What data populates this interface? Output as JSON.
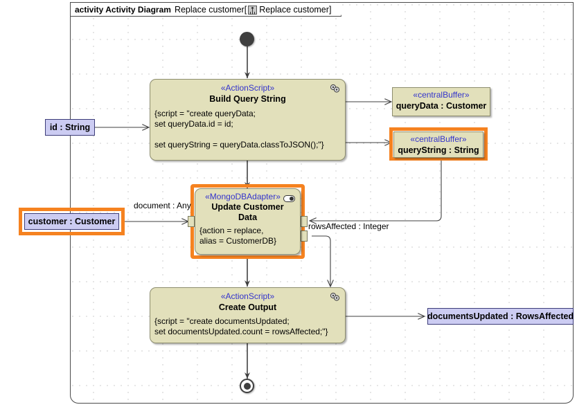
{
  "frame": {
    "keyword": "activity Activity Diagram",
    "name": "Replace customer",
    "bracket_open": "[",
    "icon": "activity-diagram-icon",
    "inner_name": "Replace customer",
    "bracket_close": "]"
  },
  "nodes": {
    "initial": {
      "name": "initial-node"
    },
    "final": {
      "name": "activity-final-node"
    },
    "build_query": {
      "stereotype": "«ActionScript»",
      "title": "Build Query String",
      "body": "{script = \"create queryData;\nset queryData.id = id;\n\nset queryString = queryData.classToJSON();\"}",
      "icon": "script-icon"
    },
    "update_customer": {
      "stereotype": "«MongoDBAdapter»",
      "title_line1": "Update Customer",
      "title_line2": "Data",
      "body": "{action = replace,\nalias = CustomerDB}",
      "icon": "adapter-toggle-icon"
    },
    "create_output": {
      "stereotype": "«ActionScript»",
      "title": "Create Output",
      "body": "{script = \"create documentsUpdated;\nset documentsUpdated.count = rowsAffected;\"}",
      "icon": "script-icon"
    }
  },
  "buffers": [
    {
      "id": "query-data-buffer",
      "stereotype": "«centralBuffer»",
      "label": "queryData : Customer",
      "highlighted": false
    },
    {
      "id": "query-string-buffer",
      "stereotype": "«centralBuffer»",
      "label": "queryString : String",
      "highlighted": true
    }
  ],
  "parameters": [
    {
      "id": "id-param",
      "label": "id : String",
      "highlighted": false
    },
    {
      "id": "customer-param",
      "label": "customer : Customer",
      "highlighted": true
    },
    {
      "id": "documents-updated-param",
      "label": "documentsUpdated : RowsAffected",
      "highlighted": false
    }
  ],
  "edge_labels": [
    {
      "id": "document-any",
      "text": "document : Any"
    },
    {
      "id": "rows-affected-integer",
      "text": "rowsAffected : Integer"
    }
  ],
  "colors": {
    "node_fill": "#e2e0bb",
    "node_border": "#8d8d6e",
    "param_fill": "#ccccf2",
    "param_border": "#3c3c78",
    "stereotype_text": "#3333cc",
    "highlight": "#f58220",
    "line": "#444444"
  }
}
